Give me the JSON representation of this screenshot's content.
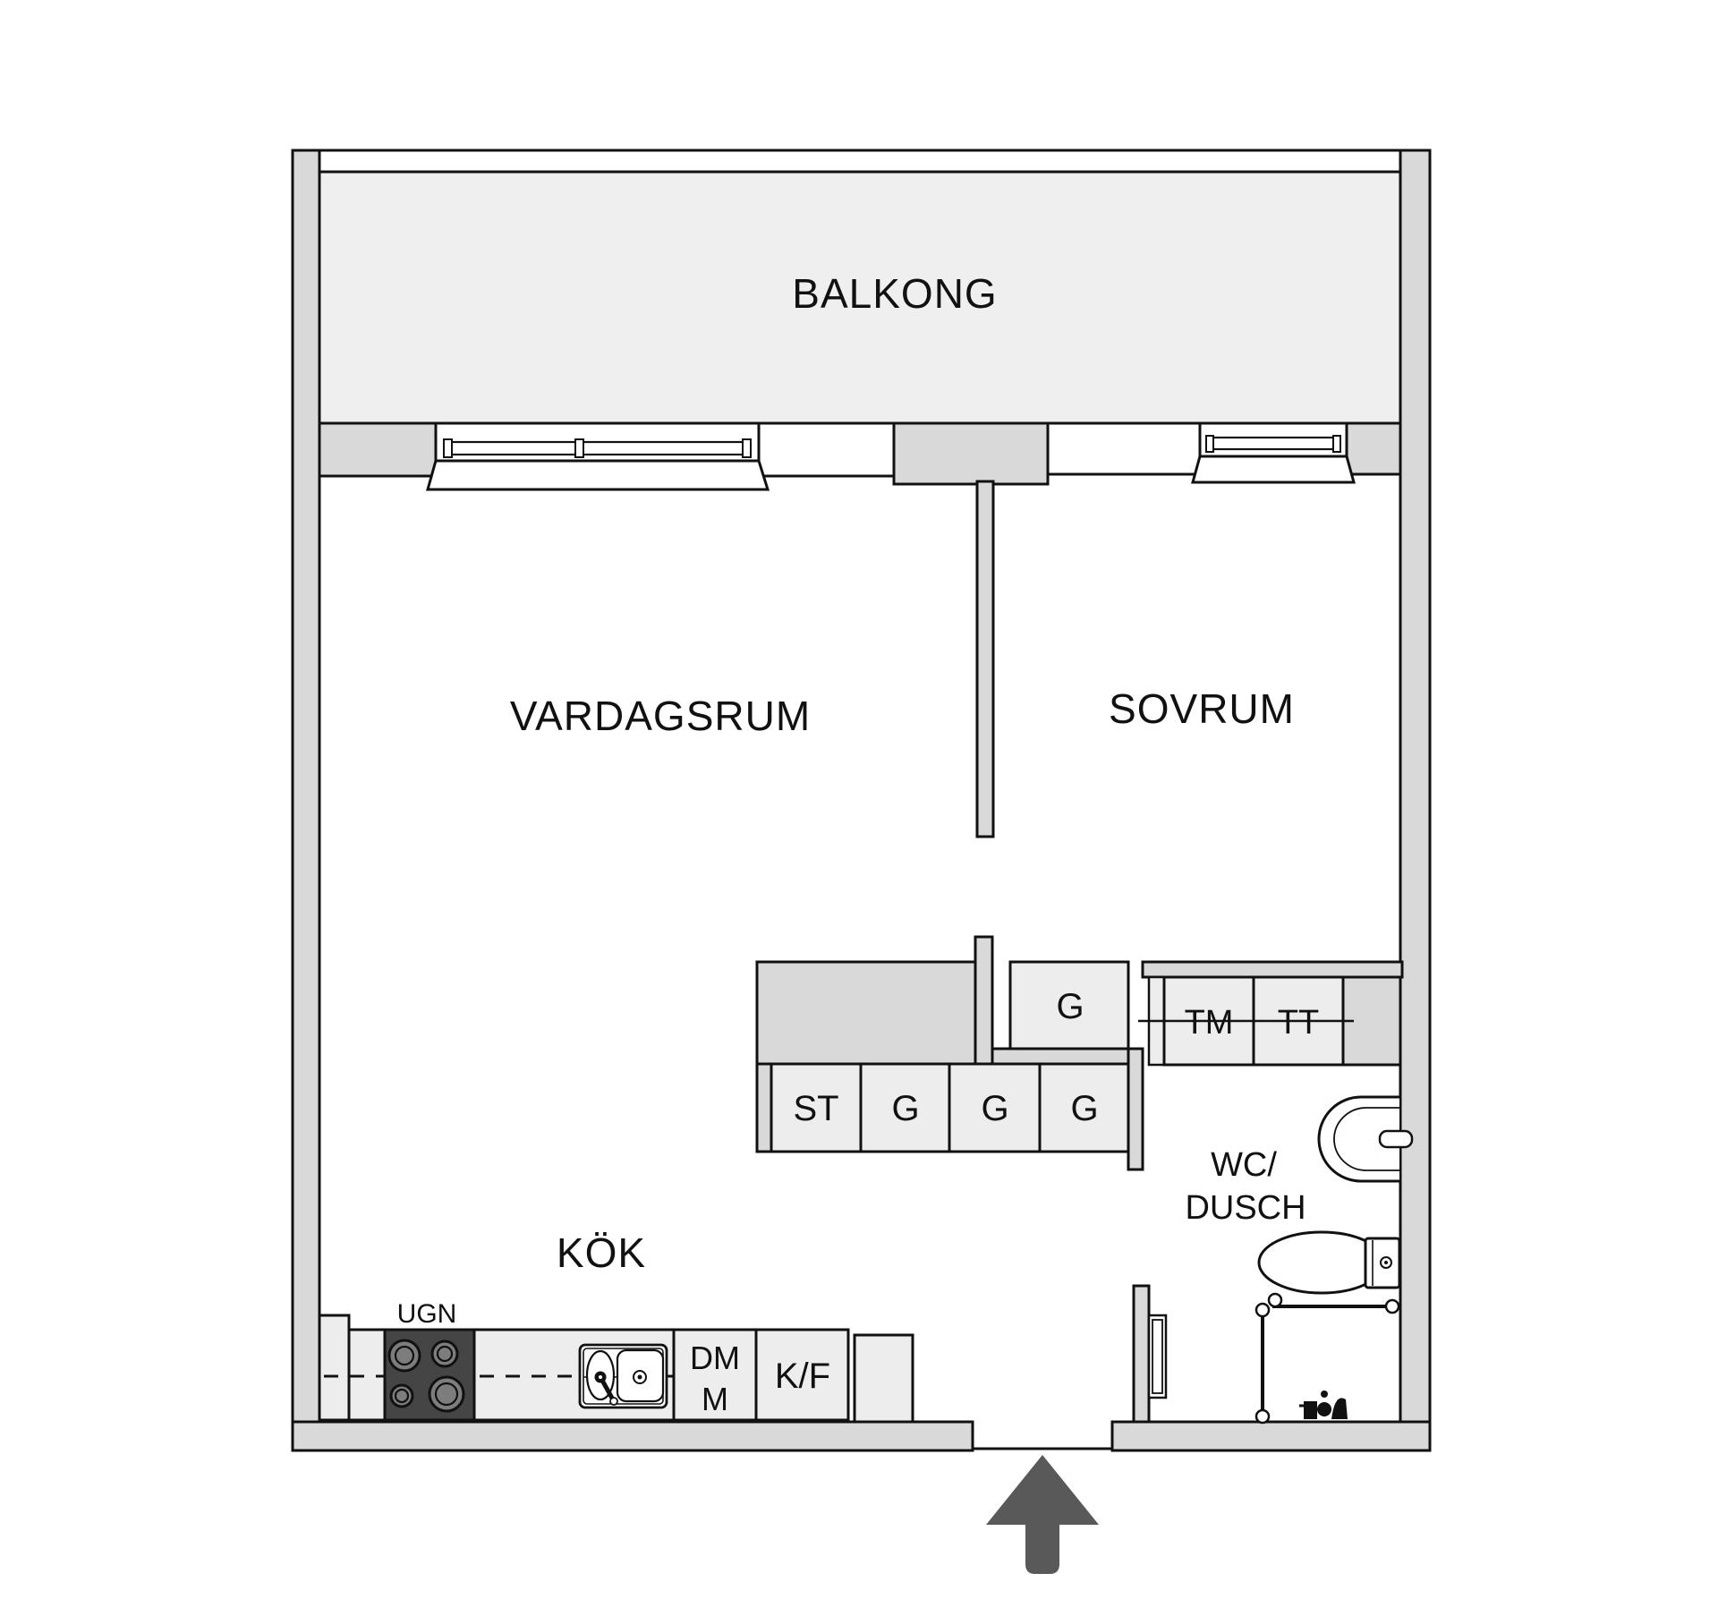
{
  "floorplan": {
    "rooms": {
      "balcony": "BALKONG",
      "living_room": "VARDAGSRUM",
      "bedroom": "SOVRUM",
      "kitchen": "KÖK",
      "bathroom_line1": "WC/",
      "bathroom_line2": "DUSCH"
    },
    "closets": {
      "single": "G",
      "row": [
        "ST",
        "G",
        "G",
        "G"
      ]
    },
    "laundry": {
      "washer": "TM",
      "dryer": "TT"
    },
    "kitchen_appliances": {
      "oven": "UGN",
      "dishwasher": "DM",
      "micro": "M",
      "fridge_freezer": "K/F"
    },
    "colors": {
      "wall": "#d9d9d9",
      "balcony_floor": "#efefef",
      "fixture_box": "#ededed",
      "stove": "#454545",
      "burner": "#7d7d7d",
      "arrow": "#595959",
      "line": "#111111",
      "background": "#ffffff"
    }
  }
}
